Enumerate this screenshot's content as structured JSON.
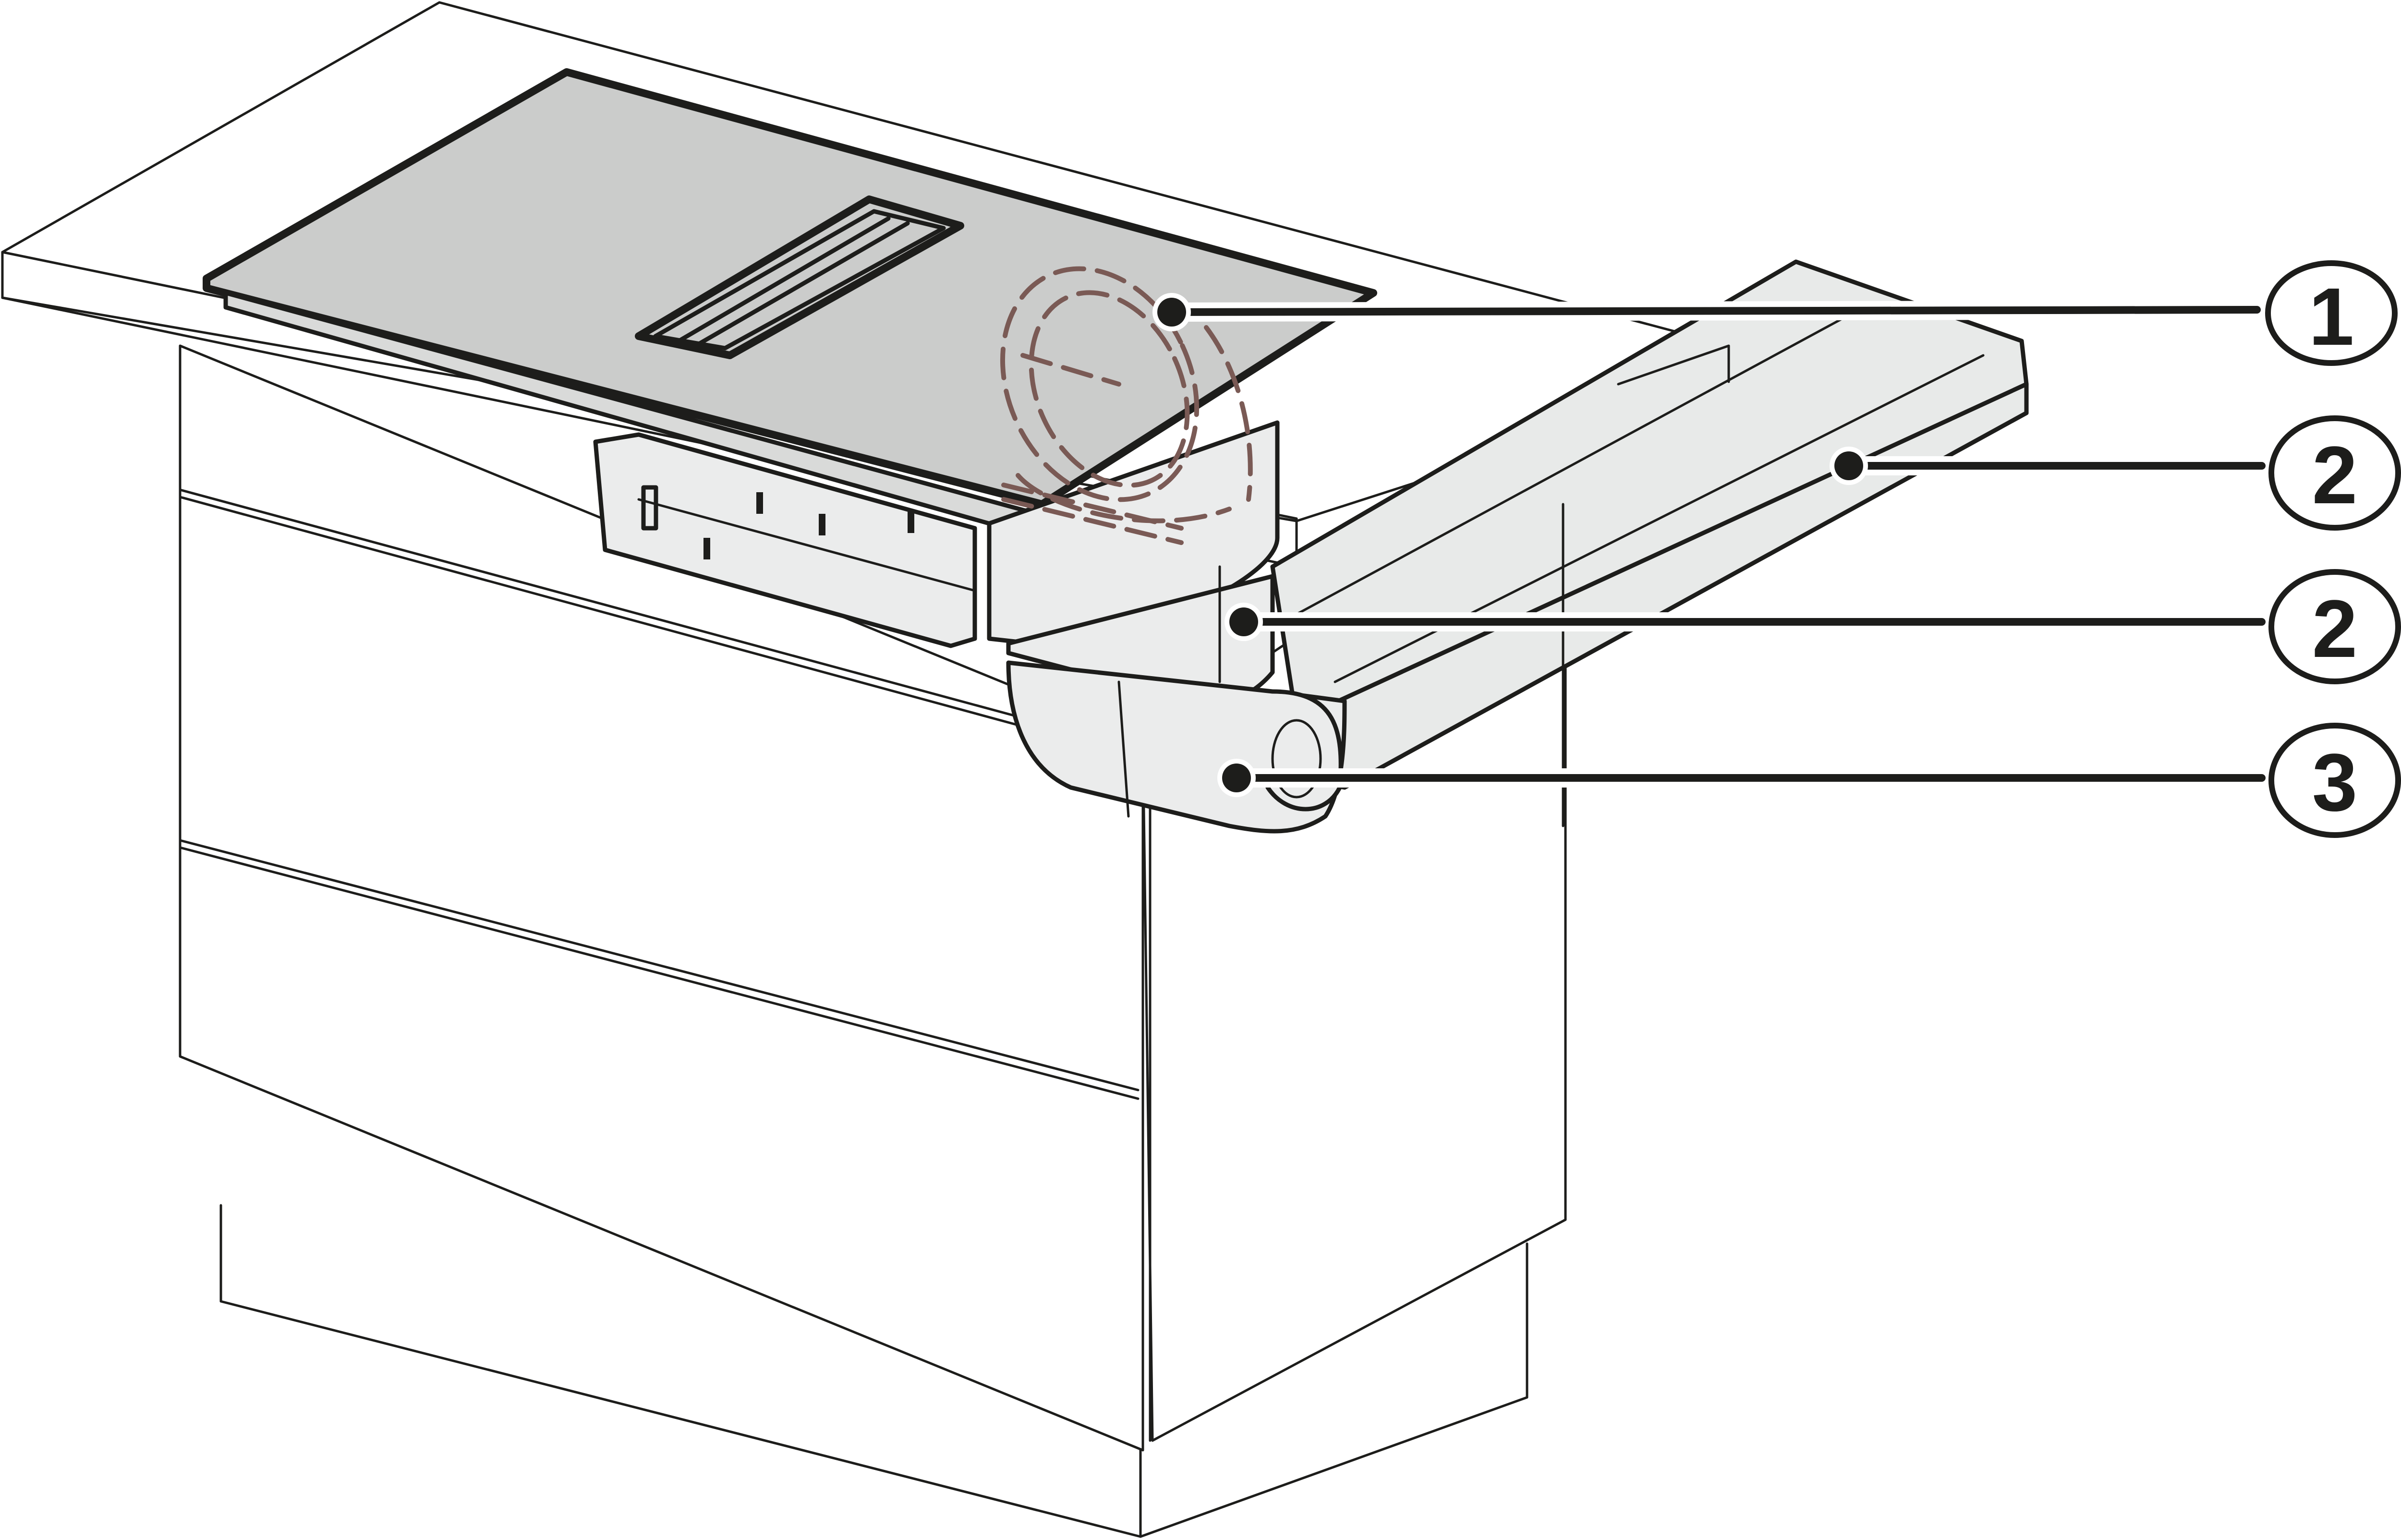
{
  "figure": {
    "type": "installation-diagram",
    "subject": "Downdraft induction cooktop with flat duct system in kitchen island"
  },
  "colors": {
    "outline": "#1d1d1b",
    "cooktop_glass": "#cbcccb",
    "duct_fill": "#e8eae9",
    "component_fill": "#ebecec",
    "hidden_duct_dashed": "#7a5a55",
    "background": "#ffffff"
  },
  "callouts": [
    {
      "number": "1",
      "target": "hidden circular duct connector (dashed, beneath cooktop)"
    },
    {
      "number": "2",
      "target": "flat duct channel (horizontal run)"
    },
    {
      "number": "2",
      "target": "flat duct channel (vertical section below fan)"
    },
    {
      "number": "3",
      "target": "duct elbow / bend piece"
    }
  ],
  "components": [
    {
      "id": "countertop",
      "label": "countertop"
    },
    {
      "id": "cooktop",
      "label": "cooktop glass surface"
    },
    {
      "id": "vent",
      "label": "central extraction vent"
    },
    {
      "id": "electronics",
      "label": "control electronics housing"
    },
    {
      "id": "fan",
      "label": "fan module"
    },
    {
      "id": "cabinet",
      "label": "base cabinet with drawers"
    },
    {
      "id": "plinth",
      "label": "plinth"
    }
  ]
}
